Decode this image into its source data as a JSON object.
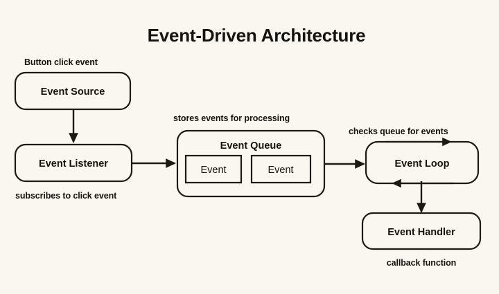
{
  "diagram": {
    "title": "Event-Driven Architecture",
    "background_color": "#faf7f0",
    "stroke_color": "#1c1a15",
    "text_color": "#15130f",
    "nodes": {
      "event_source": {
        "label": "Event Source",
        "shape": "rounded-rect"
      },
      "event_listener": {
        "label": "Event Listener",
        "shape": "rounded-rect"
      },
      "event_queue": {
        "label": "Event Queue",
        "shape": "rounded-rect"
      },
      "queue_item_1": {
        "label": "Event",
        "shape": "rect"
      },
      "queue_item_2": {
        "label": "Event",
        "shape": "rect"
      },
      "event_loop": {
        "label": "Event Loop",
        "shape": "rounded-rect"
      },
      "event_handler": {
        "label": "Event Handler",
        "shape": "rounded-rect"
      }
    },
    "annotations": {
      "button_click_event": "Button click event",
      "subscribes_to_click_event": "subscribes to click event",
      "stores_events_for_processing": "stores events for processing",
      "checks_queue_for_events": "checks queue for events",
      "callback_function": "callback function"
    },
    "edges": [
      {
        "from": "event_source",
        "to": "event_listener",
        "direction": "down"
      },
      {
        "from": "event_listener",
        "to": "event_queue",
        "direction": "right"
      },
      {
        "from": "event_queue",
        "to": "event_loop",
        "direction": "right"
      },
      {
        "from": "event_loop",
        "to": "event_loop",
        "direction": "self-loop"
      },
      {
        "from": "event_loop",
        "to": "event_handler",
        "direction": "down"
      }
    ]
  }
}
